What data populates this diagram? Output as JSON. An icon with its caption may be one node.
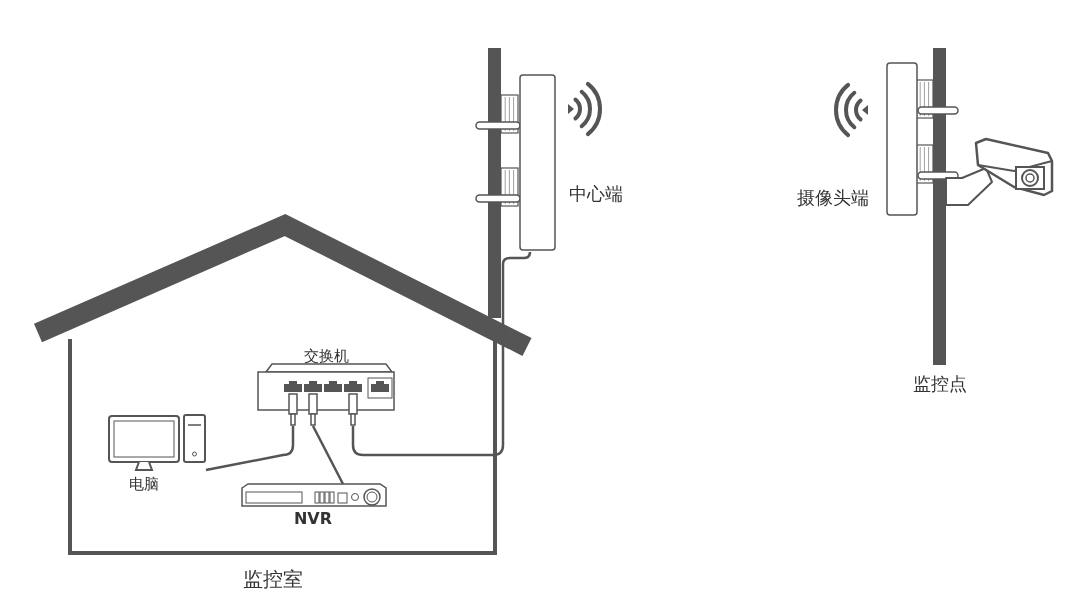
{
  "diagram": {
    "nodes": [
      {
        "text": [
          "监控室"
        ]
      },
      {
        "text": [
          "交换机"
        ],
        "in": 0
      },
      {
        "text": [
          "电脑"
        ],
        "in": 0
      },
      {
        "text": [
          "NVR"
        ],
        "in": 0
      },
      {
        "text": [
          "中心端"
        ]
      },
      {
        "text": [
          "摄像头端"
        ]
      },
      {
        "text": [],
        "shape": "picture"
      }
    ],
    "edges": [
      {
        "from": 1,
        "to": 2,
        "arrow": "none"
      },
      {
        "from": 1,
        "to": 3,
        "arrow": "none"
      },
      {
        "from": 1,
        "to": 4,
        "arrow": "none"
      }
    ],
    "labels": [
      "监控点"
    ]
  }
}
